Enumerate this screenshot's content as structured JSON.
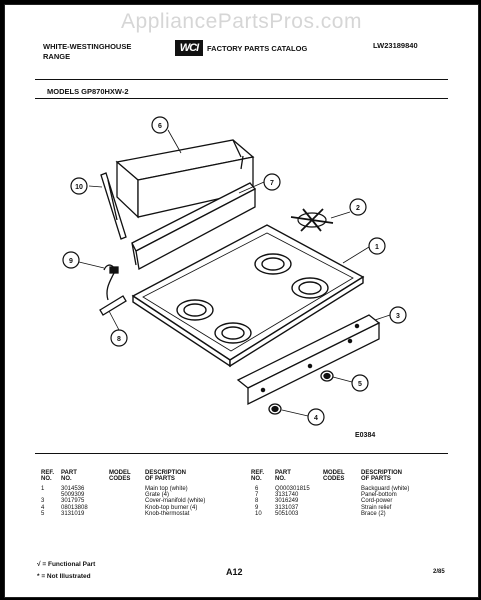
{
  "watermark": "AppliancePartsPros.com",
  "header": {
    "brand_line1": "WHITE-WESTINGHOUSE",
    "brand_line2": "RANGE",
    "logo": "WCI",
    "catalog_title": "FACTORY PARTS CATALOG",
    "doc_number": "LW23189840",
    "models_line": "MODELS GP870HXW-2"
  },
  "callouts": [
    "1",
    "2",
    "3",
    "4",
    "5",
    "6",
    "7",
    "8",
    "9",
    "10"
  ],
  "diagram_id": "E0384",
  "table_headers": {
    "ref": [
      "REF.",
      "NO."
    ],
    "part": [
      "PART",
      "NO."
    ],
    "model": [
      "MODEL",
      "CODES"
    ],
    "desc": [
      "DESCRIPTION",
      "OF PARTS"
    ]
  },
  "parts_left": [
    {
      "ref": "1",
      "part": "3014536",
      "desc": "Main top (white)"
    },
    {
      "ref": "",
      "part": "5009309",
      "desc": "Grate (4)"
    },
    {
      "ref": "3",
      "part": "3017975",
      "desc": "Cover-manifold (white)"
    },
    {
      "ref": "4",
      "part": "08013808",
      "desc": "Knob-top burner (4)"
    },
    {
      "ref": "5",
      "part": "3131019",
      "desc": "Knob-thermostat"
    }
  ],
  "parts_right": [
    {
      "ref": "6",
      "part": "Q000301815",
      "desc": "Backguard (white)"
    },
    {
      "ref": "7",
      "part": "3131740",
      "desc": "Panel-bottom"
    },
    {
      "ref": "8",
      "part": "3016249",
      "desc": "Cord-power"
    },
    {
      "ref": "9",
      "part": "3131037",
      "desc": "Strain relief"
    },
    {
      "ref": "10",
      "part": "5051003",
      "desc": "Brace (2)"
    }
  ],
  "legend": [
    "√ = Functional Part",
    "* = Not Illustrated"
  ],
  "page_code": "A12",
  "page_date": "2/85"
}
